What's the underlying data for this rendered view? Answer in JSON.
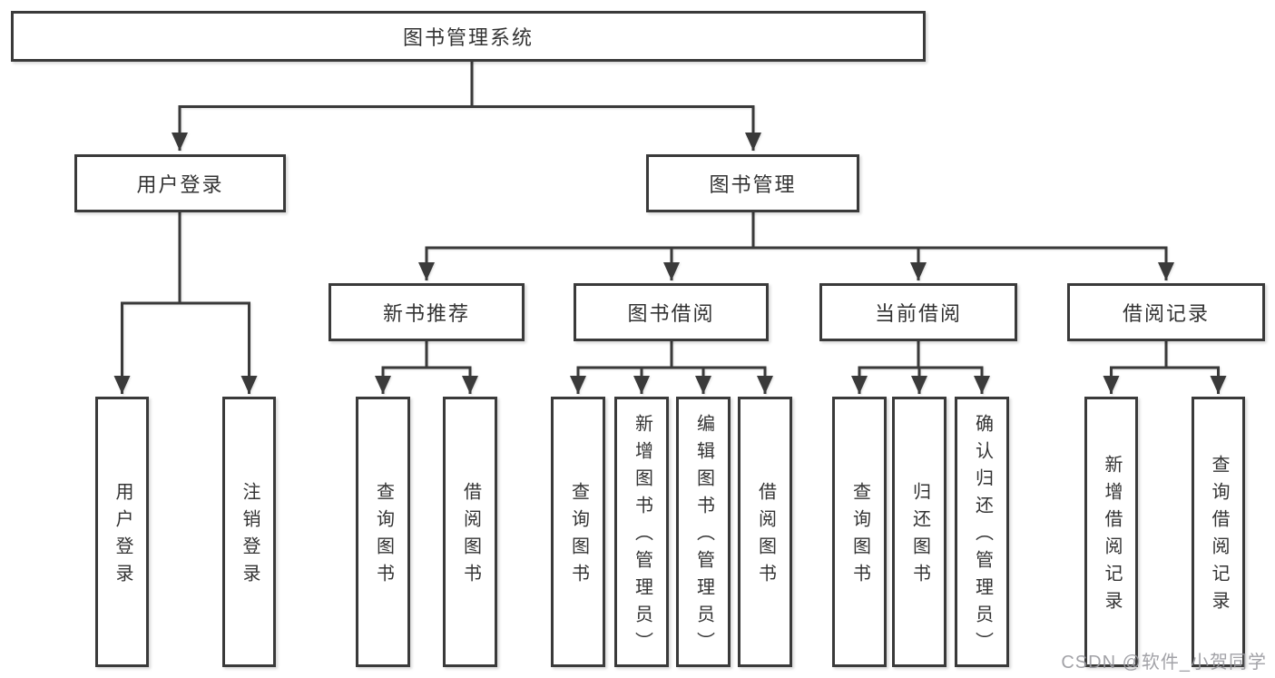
{
  "colors": {
    "line": "#3a3a3a",
    "text": "#333333",
    "box_fill": "#ffffff",
    "background": "#ffffff",
    "watermark": "#9b9ba0"
  },
  "diagram": {
    "root": {
      "label": "图书管理系统"
    },
    "level2": [
      {
        "id": "user-login",
        "label": "用户登录"
      },
      {
        "id": "book-management",
        "label": "图书管理"
      }
    ],
    "level3": [
      {
        "id": "new-book-recommend",
        "label": "新书推荐"
      },
      {
        "id": "book-borrow",
        "label": "图书借阅"
      },
      {
        "id": "current-borrow",
        "label": "当前借阅"
      },
      {
        "id": "borrow-record",
        "label": "借阅记录"
      }
    ],
    "leaves": {
      "user_login": [
        {
          "label": "用户登录"
        },
        {
          "label": "注销登录"
        }
      ],
      "new_book_recommend": [
        {
          "label": "查询图书"
        },
        {
          "label": "借阅图书"
        }
      ],
      "book_borrow": [
        {
          "label": "查询图书"
        },
        {
          "label": "新增图书（管理员）"
        },
        {
          "label": "编辑图书（管理员）"
        },
        {
          "label": "借阅图书"
        }
      ],
      "current_borrow": [
        {
          "label": "查询图书"
        },
        {
          "label": "归还图书"
        },
        {
          "label": "确认归还（管理员）"
        }
      ],
      "borrow_record": [
        {
          "label": "新增借阅记录"
        },
        {
          "label": "查询借阅记录"
        }
      ]
    }
  },
  "watermark": {
    "text": "CSDN @软件_小贺同学"
  }
}
